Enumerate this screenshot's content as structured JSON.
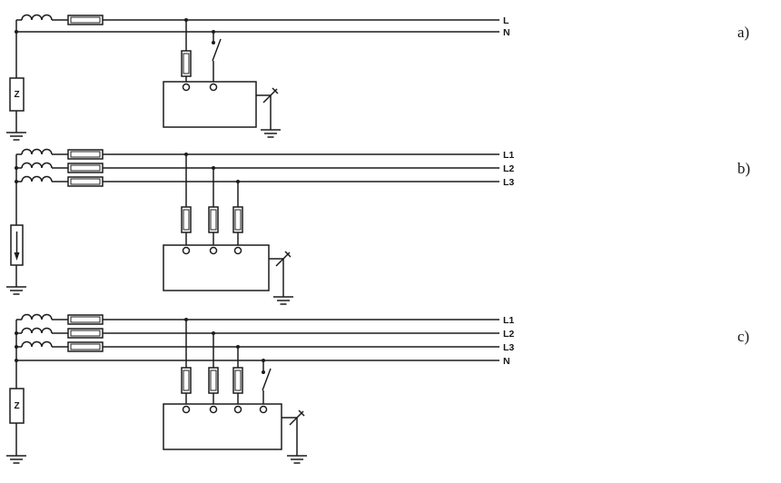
{
  "colors": {
    "stroke": "#1c1c1c",
    "background": "#ffffff"
  },
  "panels": {
    "a": {
      "letter": "a)",
      "line_labels": [
        "L",
        "N"
      ],
      "impedance_label": "Z"
    },
    "b": {
      "letter": "b)",
      "line_labels": [
        "L1",
        "L2",
        "L3"
      ]
    },
    "c": {
      "letter": "c)",
      "line_labels": [
        "L1",
        "L2",
        "L3",
        "N"
      ],
      "impedance_label": "Z"
    }
  }
}
